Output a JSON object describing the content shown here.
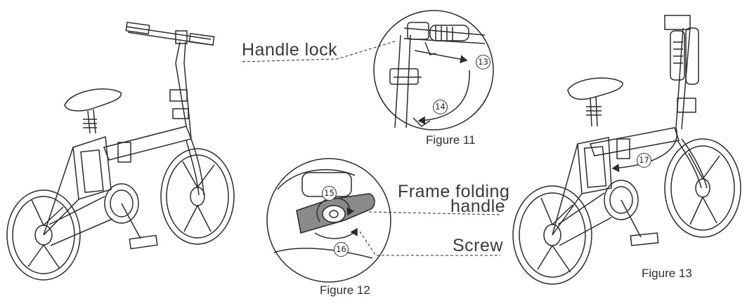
{
  "callouts": {
    "handle_lock": "Handle lock",
    "frame_folding_line1": "Frame folding",
    "frame_folding_line2": "handle",
    "screw": "Screw"
  },
  "figures": {
    "fig11": "Figure 11",
    "fig12": "Figure 12",
    "fig13": "Figure 13"
  },
  "steps": {
    "s13": "13",
    "s14": "14",
    "s15": "15",
    "s16": "16",
    "s17": "17"
  },
  "colors": {
    "line": "#2b2b2b",
    "shade": "#8a8a8a",
    "background": "#ffffff"
  }
}
